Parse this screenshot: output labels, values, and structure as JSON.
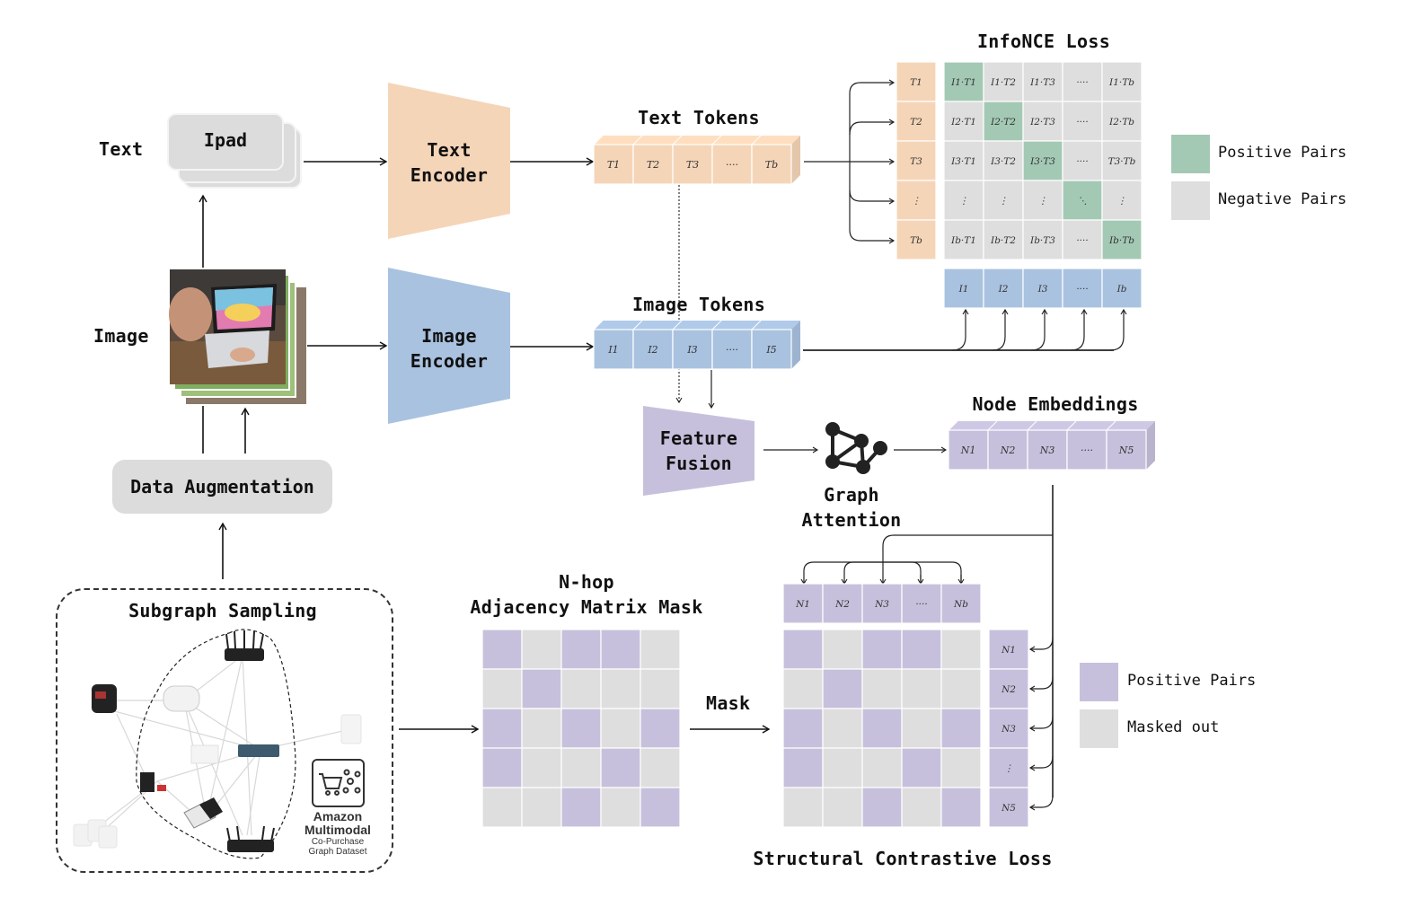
{
  "inputs": {
    "text_label": "Text",
    "image_label": "Image",
    "text_card": "Ipad",
    "data_augmentation": "Data Augmentation"
  },
  "encoders": {
    "text": [
      "Text",
      "Encoder"
    ],
    "image": [
      "Image",
      "Encoder"
    ],
    "fusion": [
      "Feature",
      "Fusion"
    ]
  },
  "colors": {
    "text_token": "#f5d5b8",
    "image_token": "#a9c2e0",
    "node_token": "#c7c0dc",
    "positive_green": "#a3c9b5",
    "negative_gray": "#dedede",
    "positive_purple": "#c7c0dc"
  },
  "text_tokens": {
    "title": "Text Tokens",
    "items": [
      "T1",
      "T2",
      "T3",
      "····",
      "Tb"
    ]
  },
  "image_tokens": {
    "title": "Image Tokens",
    "items": [
      "I1",
      "I2",
      "I3",
      "····",
      "I5"
    ]
  },
  "graph_attention": {
    "label": [
      "Graph",
      "Attention"
    ]
  },
  "node_embeddings": {
    "title": "Node Embeddings",
    "items": [
      "N1",
      "N2",
      "N3",
      "····",
      "N5"
    ]
  },
  "infonce": {
    "title": "InfoNCE Loss",
    "row_headers": [
      "T1",
      "T2",
      "T3",
      "⋮",
      "Tb"
    ],
    "col_headers": [
      "I1",
      "I2",
      "I3",
      "····",
      "Ib"
    ],
    "cells": [
      [
        "I1·T1",
        "I1·T2",
        "I1·T3",
        "····",
        "I1·Tb"
      ],
      [
        "I2·T1",
        "I2·T2",
        "I2·T3",
        "····",
        "I2·Tb"
      ],
      [
        "I3·T1",
        "I3·T2",
        "I3·T3",
        "····",
        "T3·Tb"
      ],
      [
        "⋮",
        "⋮",
        "⋮",
        "⋱",
        "⋮"
      ],
      [
        "Ib·T1",
        "Ib·T2",
        "Ib·T3",
        "····",
        "Ib·Tb"
      ]
    ],
    "legend": [
      {
        "label": "Positive Pairs",
        "color": "#a3c9b5"
      },
      {
        "label": "Negative Pairs",
        "color": "#dedede"
      }
    ]
  },
  "subgraph": {
    "title": "Subgraph Sampling",
    "dataset": [
      "Amazon",
      "Multimodal",
      "Co-Purchase",
      "Graph Dataset"
    ]
  },
  "adjacency": {
    "title": [
      "N-hop",
      "Adjacency Matrix Mask"
    ],
    "mask": [
      [
        1,
        0,
        1,
        1,
        0
      ],
      [
        0,
        1,
        0,
        0,
        0
      ],
      [
        1,
        0,
        1,
        0,
        1
      ],
      [
        1,
        0,
        0,
        1,
        0
      ],
      [
        0,
        0,
        1,
        0,
        1
      ]
    ]
  },
  "mask_arrow_label": "Mask",
  "structural": {
    "title": "Structural Contrastive Loss",
    "col_headers": [
      "N1",
      "N2",
      "N3",
      "····",
      "Nb"
    ],
    "row_headers": [
      "N1",
      "N2",
      "N3",
      "⋮",
      "N5"
    ],
    "legend": [
      {
        "label": "Positive Pairs",
        "color": "#c7c0dc"
      },
      {
        "label": "Masked out",
        "color": "#dedede"
      }
    ]
  }
}
